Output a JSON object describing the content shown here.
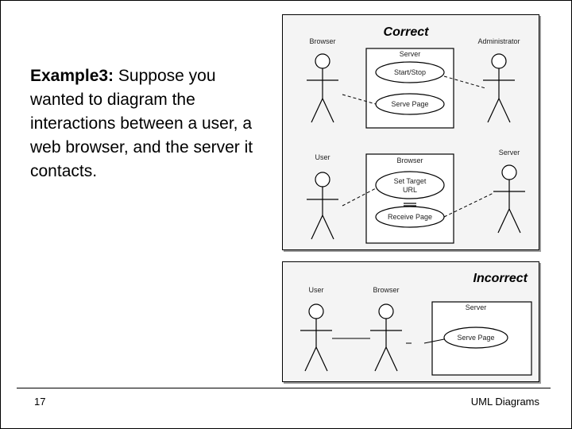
{
  "example": {
    "label": "Example3:",
    "body": "Suppose you wanted to diagram the interactions between a user, a web browser, and the server it contacts."
  },
  "correct": {
    "heading": "Correct",
    "top": {
      "actor_left": "Browser",
      "actor_right": "Administrator",
      "system": "Server",
      "use_case_1": "Start/Stop",
      "use_case_2": "Serve Page"
    },
    "bottom": {
      "actor_left": "User",
      "actor_right": "Server",
      "system": "Browser",
      "use_case_1_line1": "Set Target",
      "use_case_1_line2": "URL",
      "use_case_2": "Receive Page"
    }
  },
  "incorrect": {
    "heading": "Incorrect",
    "actor_1": "User",
    "actor_2": "Browser",
    "system": "Server",
    "use_case": "Serve Page"
  },
  "footer": {
    "page_number": "17",
    "title": "UML Diagrams"
  }
}
